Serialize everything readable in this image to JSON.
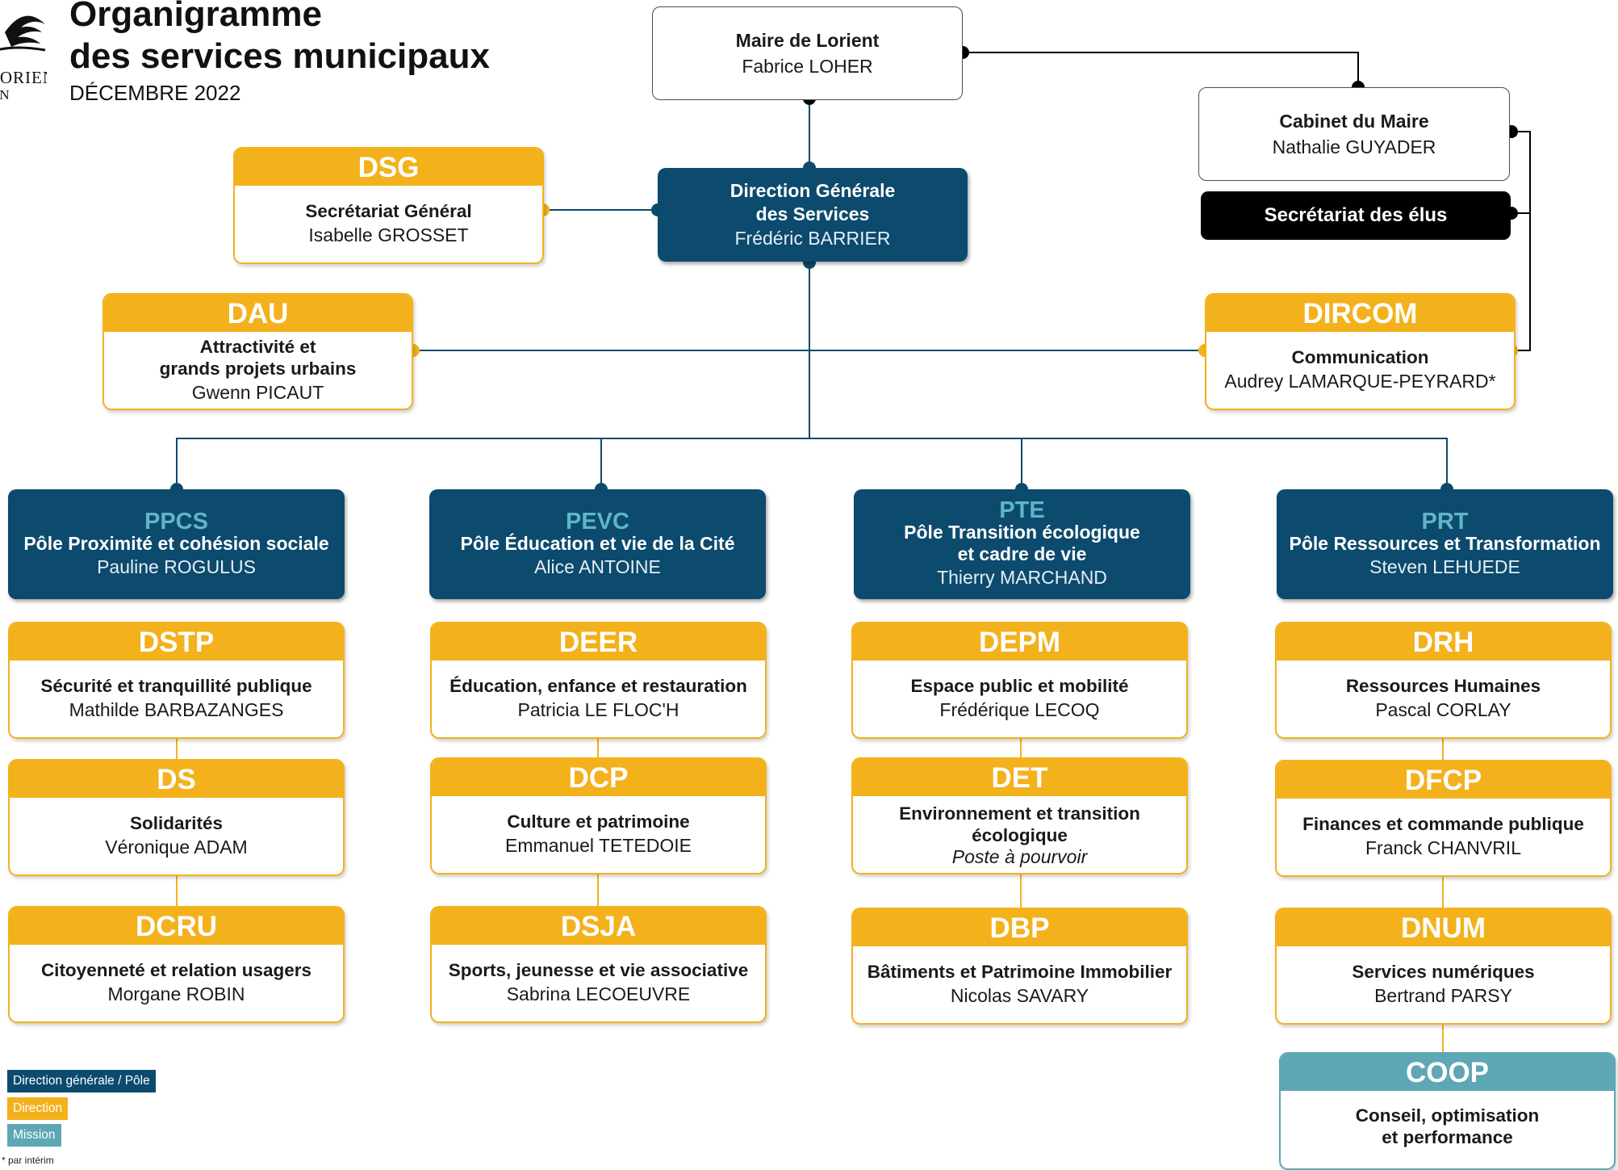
{
  "header": {
    "title_line1": "Organigramme",
    "title_line2": "des services municipaux",
    "date": "DÉCEMBRE 2022",
    "logo_line1": "LORIENT",
    "logo_line2": "AN ORIANT"
  },
  "colors": {
    "dark_blue": "#0c4a6e",
    "orange": "#f3b11c",
    "teal": "#5ea7b5",
    "black": "#000000"
  },
  "maire": {
    "role": "Maire de Lorient",
    "person": "Fabrice LOHER"
  },
  "cabinet": {
    "role": "Cabinet du Maire",
    "person": "Nathalie GUYADER"
  },
  "secretariat_elus": {
    "label": "Secrétariat des élus"
  },
  "dgs": {
    "role_line1": "Direction Générale",
    "role_line2": "des Services",
    "person": "Frédéric BARRIER"
  },
  "dsg": {
    "code": "DSG",
    "role": "Secrétariat Général",
    "person": "Isabelle GROSSET"
  },
  "dau": {
    "code": "DAU",
    "role_line1": "Attractivité et",
    "role_line2": "grands projets urbains",
    "person": "Gwenn PICAUT"
  },
  "dircom": {
    "code": "DIRCOM",
    "role": "Communication",
    "person": "Audrey LAMARQUE-PEYRARD*"
  },
  "poles": [
    {
      "code": "PPCS",
      "name": "Pôle Proximité et cohésion sociale",
      "person": "Pauline ROGULUS"
    },
    {
      "code": "PEVC",
      "name": "Pôle Éducation et vie de la Cité",
      "person": "Alice ANTOINE"
    },
    {
      "code": "PTE",
      "name_line1": "Pôle Transition écologique",
      "name_line2": "et cadre de vie",
      "person": "Thierry MARCHAND"
    },
    {
      "code": "PRT",
      "name": "Pôle Ressources et Transformation",
      "person": "Steven LEHUEDE"
    }
  ],
  "directions": {
    "dstp": {
      "code": "DSTP",
      "role": "Sécurité et tranquillité publique",
      "person": "Mathilde BARBAZANGES"
    },
    "ds": {
      "code": "DS",
      "role": "Solidarités",
      "person": "Véronique ADAM"
    },
    "dcru": {
      "code": "DCRU",
      "role": "Citoyenneté et relation usagers",
      "person": "Morgane ROBIN"
    },
    "deer": {
      "code": "DEER",
      "role": "Éducation, enfance et restauration",
      "person": "Patricia LE FLOC'H"
    },
    "dcp": {
      "code": "DCP",
      "role": "Culture et patrimoine",
      "person": "Emmanuel TETEDOIE"
    },
    "dsja": {
      "code": "DSJA",
      "role": "Sports, jeunesse et vie associative",
      "person": "Sabrina LECOEUVRE"
    },
    "depm": {
      "code": "DEPM",
      "role": "Espace public et mobilité",
      "person": "Frédérique LECOQ"
    },
    "det": {
      "code": "DET",
      "role_line1": "Environnement et transition",
      "role_line2": "écologique",
      "person": "Poste à pourvoir"
    },
    "dbp": {
      "code": "DBP",
      "role": "Bâtiments et Patrimoine Immobilier",
      "person": "Nicolas SAVARY"
    },
    "drh": {
      "code": "DRH",
      "role": "Ressources Humaines",
      "person": "Pascal CORLAY"
    },
    "dfcp": {
      "code": "DFCP",
      "role": "Finances et commande publique",
      "person": "Franck CHANVRIL"
    },
    "dnum": {
      "code": "DNUM",
      "role": "Services numériques",
      "person": "Bertrand PARSY"
    }
  },
  "coop": {
    "code": "COOP",
    "role_line1": "Conseil, optimisation",
    "role_line2": "et performance"
  },
  "legend": {
    "direction_generale": "Direction générale / Pôle",
    "direction": "Direction",
    "mission": "Mission",
    "note": "* par intérim"
  }
}
